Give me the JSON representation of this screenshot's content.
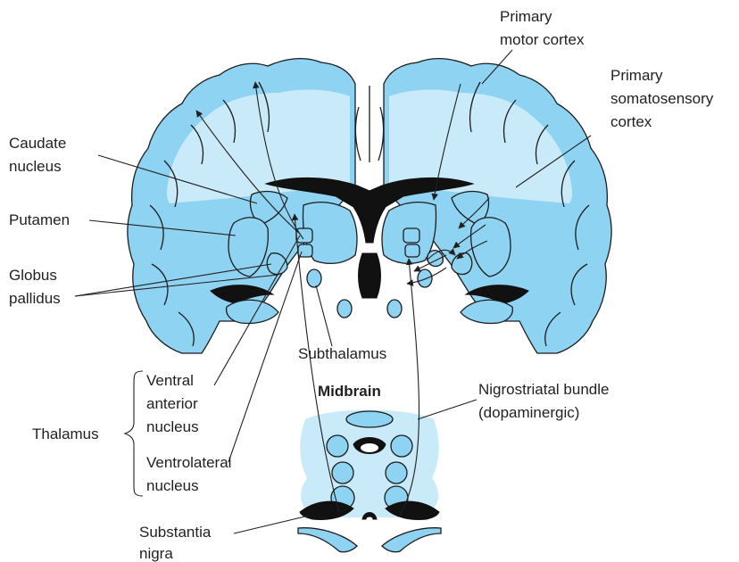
{
  "labels": {
    "primary_motor_cortex_line1": "Primary",
    "primary_motor_cortex_line2": "motor cortex",
    "primary_somatosensory_line1": "Primary",
    "primary_somatosensory_line2": "somatosensory",
    "primary_somatosensory_line3": "cortex",
    "caudate_line1": "Caudate",
    "caudate_line2": "nucleus",
    "putamen": "Putamen",
    "globus_line1": "Globus",
    "globus_line2": "pallidus",
    "subthalamus": "Subthalamus",
    "ventral_anterior_line1": "Ventral",
    "ventral_anterior_line2": "anterior",
    "ventral_anterior_line3": "nucleus",
    "ventrolateral_line1": "Ventrolateral",
    "ventrolateral_line2": "nucleus",
    "thalamus": "Thalamus",
    "midbrain": "Midbrain",
    "nigrostriatal_line1": "Nigrostriatal bundle",
    "nigrostriatal_line2": "(dopaminergic)",
    "substantia_line1": "Substantia",
    "substantia_line2": "nigra"
  },
  "colors": {
    "gray_matter": "#8fd3f2",
    "white_matter": "#c9eaf8",
    "dark_structures": "#111111",
    "text": "#231f20"
  }
}
